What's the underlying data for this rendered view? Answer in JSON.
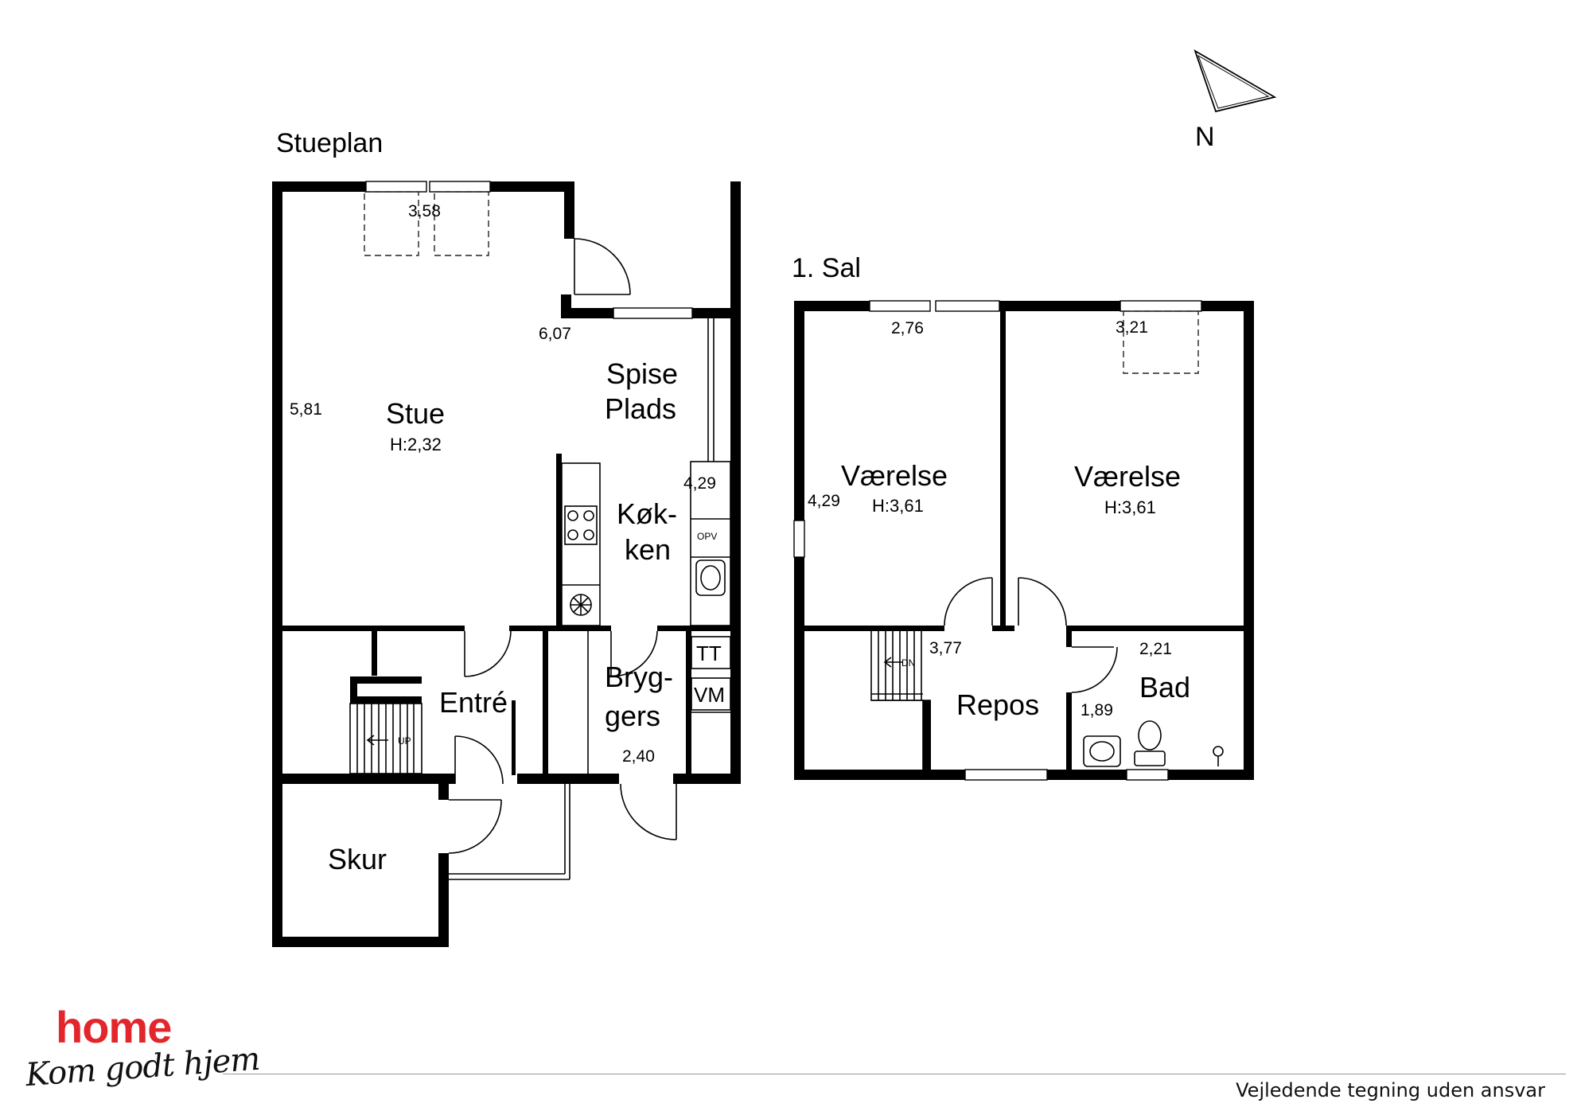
{
  "ground_floor": {
    "title": "Stueplan",
    "rooms": {
      "stue": {
        "name": "Stue",
        "height": "H:2,32"
      },
      "spise": {
        "line1": "Spise",
        "line2": "Plads"
      },
      "kokken": {
        "line1": "Køk-",
        "line2": "ken"
      },
      "entre": {
        "name": "Entré"
      },
      "bryggers": {
        "line1": "Bryg-",
        "line2": "gers"
      },
      "skur": {
        "name": "Skur"
      }
    },
    "dimensions": {
      "d358": "3,58",
      "d607": "6,07",
      "d581": "5,81",
      "d429": "4,29",
      "d240": "2,40"
    },
    "appliances": {
      "opv": "OPV",
      "tt": "TT",
      "vm": "VM",
      "stairs_up": "UP"
    }
  },
  "first_floor": {
    "title": "1. Sal",
    "rooms": {
      "vaerelse1": {
        "name": "Værelse",
        "height": "H:3,61"
      },
      "vaerelse2": {
        "name": "Værelse",
        "height": "H:3,61"
      },
      "repos": {
        "name": "Repos"
      },
      "bad": {
        "name": "Bad"
      }
    },
    "dimensions": {
      "d276": "2,76",
      "d321": "3,21",
      "d429": "4,29",
      "d377": "3,77",
      "d221": "2,21",
      "d189": "1,89"
    },
    "appliances": {
      "stairs_down": "DN"
    }
  },
  "compass": {
    "label": "N"
  },
  "brand": {
    "name": "home",
    "tagline": "Kom godt hjem",
    "accent": "#e3262b"
  },
  "disclaimer": "Vejledende tegning uden ansvar"
}
